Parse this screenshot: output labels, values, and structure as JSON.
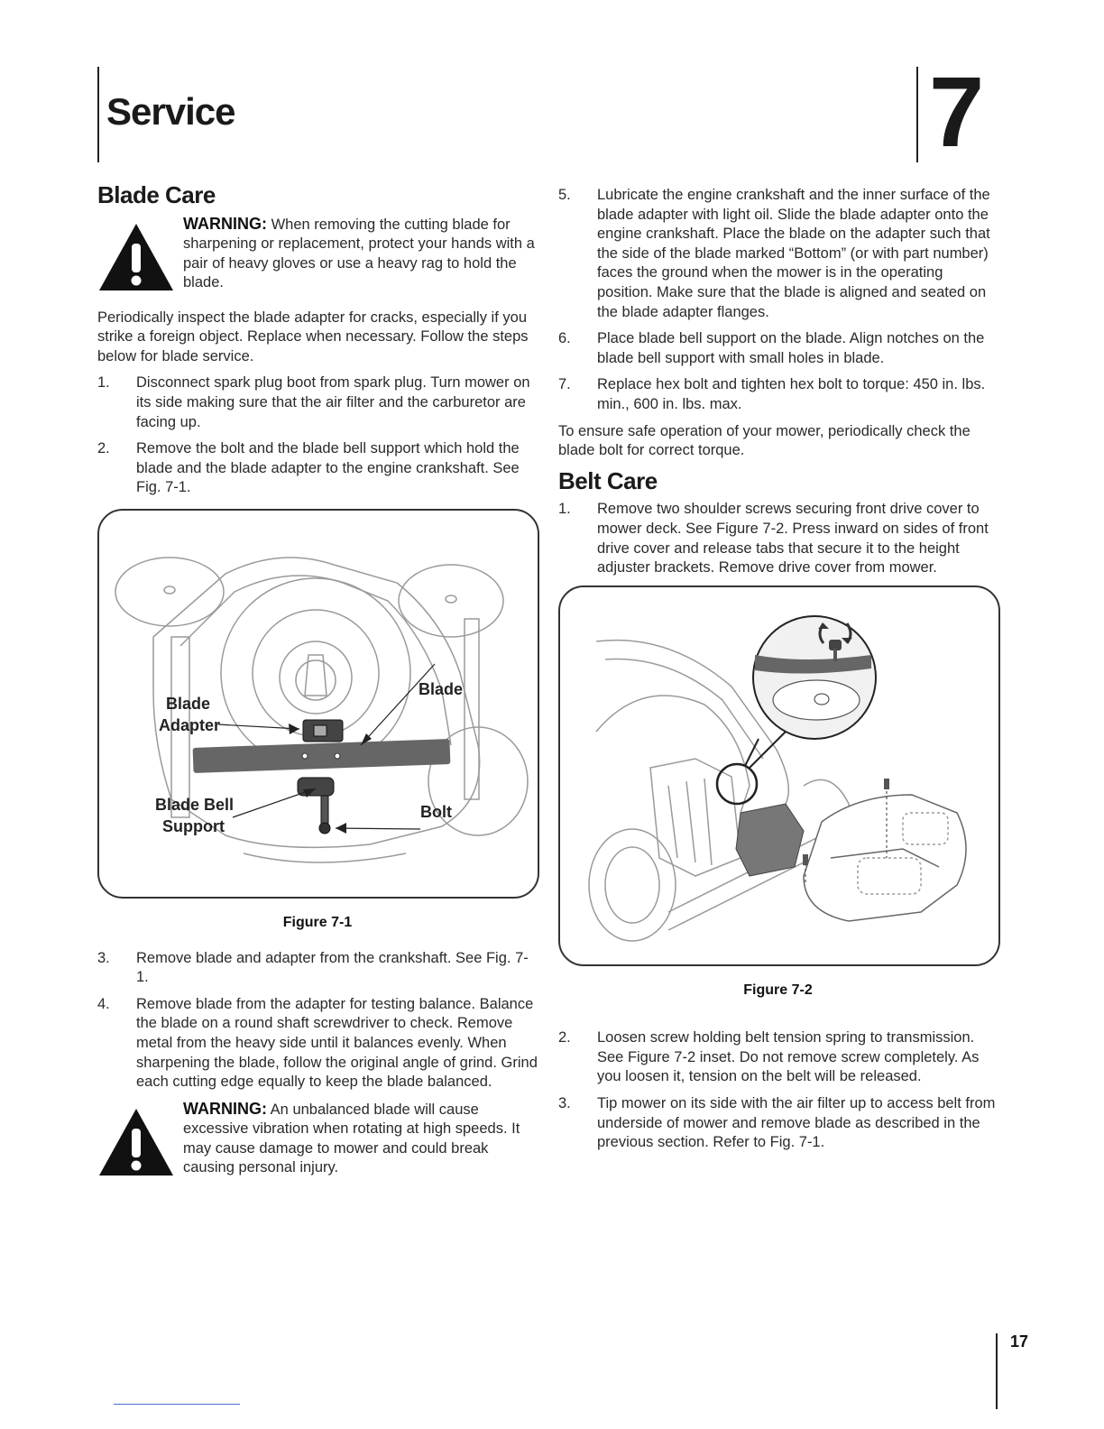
{
  "header": {
    "section_title": "Service",
    "chapter_number": "7"
  },
  "blade_care": {
    "heading": "Blade Care",
    "warning1": {
      "label": "WARNING:",
      "text": " When removing the cutting blade for sharpening or replacement, protect your hands with a pair of heavy gloves or use a heavy rag to hold the blade."
    },
    "intro": "Periodically inspect the blade adapter for cracks, especially if you strike a foreign object. Replace when necessary. Follow the steps below for blade service.",
    "steps_a": [
      {
        "num": "1.",
        "text": "Disconnect spark plug boot from spark plug. Turn mower on its side making sure that the air filter and the carburetor are facing up."
      },
      {
        "num": "2.",
        "text": "Remove the bolt and the blade bell support which hold the blade and the blade adapter to the engine crankshaft. See Fig. 7-1."
      }
    ],
    "figure1": {
      "caption": "Figure 7-1",
      "labels": {
        "blade": "Blade",
        "adapter_line1": "Blade",
        "adapter_line2": "Adapter",
        "bell_line1": "Blade Bell",
        "bell_line2": "Support",
        "bolt": "Bolt"
      }
    },
    "steps_b": [
      {
        "num": "3.",
        "text": "Remove blade and adapter from the crankshaft. See Fig. 7-1."
      },
      {
        "num": "4.",
        "text": "Remove blade from the adapter for testing balance. Balance the blade on a round shaft screwdriver to check. Remove metal from the heavy side until it balances evenly. When sharpening the blade, follow the original angle of grind. Grind each cutting edge equally to keep the blade balanced."
      }
    ],
    "warning2": {
      "label": "WARNING:",
      "text": " An unbalanced blade will cause excessive vibration when rotating at high speeds. It may cause damage to mower and could break causing personal injury."
    },
    "steps_c": [
      {
        "num": "5.",
        "text": "Lubricate the engine crankshaft and the inner surface of the blade adapter with light oil. Slide the blade adapter onto the engine crankshaft. Place the blade on the adapter such that the side of the blade marked “Bottom” (or with part number) faces the ground when the mower is in the operating position. Make sure that the blade is aligned and seated on the blade adapter flanges."
      },
      {
        "num": "6.",
        "text": "Place blade bell support on the blade. Align notches on the blade bell support with small holes in blade."
      },
      {
        "num": "7.",
        "text": "Replace hex bolt and tighten hex bolt to torque: 450 in. lbs. min., 600 in. lbs. max."
      }
    ],
    "closing": "To ensure safe operation of your mower, periodically check the blade bolt for correct torque."
  },
  "belt_care": {
    "heading": "Belt Care",
    "steps_a": [
      {
        "num": "1.",
        "text": "Remove two shoulder screws securing front drive cover to mower deck. See Figure 7-2. Press inward on sides of front drive cover and release tabs that secure it to the height adjuster brackets. Remove drive cover from mower."
      }
    ],
    "figure2": {
      "caption": "Figure 7-2"
    },
    "steps_b": [
      {
        "num": "2.",
        "text": "Loosen screw holding belt tension spring to transmission. See Figure 7-2 inset. Do not remove screw completely. As you loosen it, tension on the belt will be released."
      },
      {
        "num": "3.",
        "text": "Tip mower on its side with the air filter up to access belt from underside of mower and remove blade as described in the previous section. Refer to Fig. 7-1."
      }
    ]
  },
  "footer": {
    "page_number": "17"
  }
}
